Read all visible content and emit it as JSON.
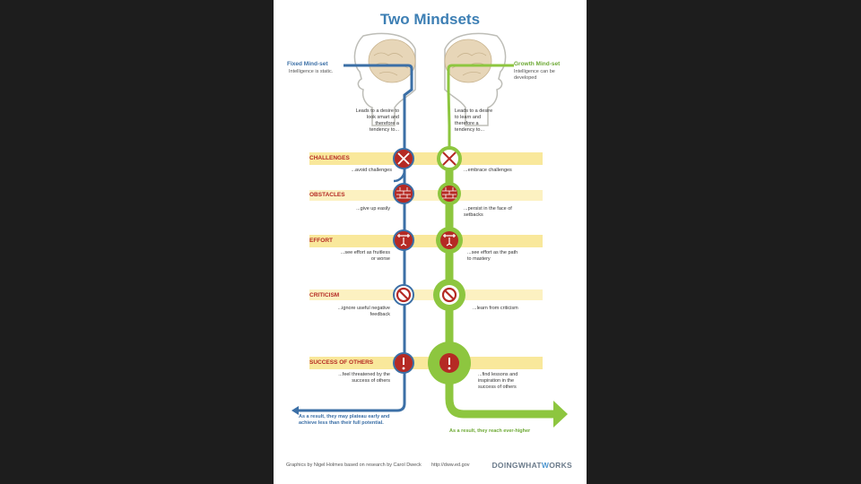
{
  "title": "Two Mindsets",
  "fixed": {
    "heading": "Fixed Mind-set",
    "belief": "Intelligence is static.",
    "leads": "Leads to a desire to look smart and therefore a tendency to...",
    "result": "As a result, they may plateau early and achieve less than their full potential."
  },
  "growth": {
    "heading": "Growth Mind-set",
    "belief": "Intelligence can be developed",
    "leads": "Leads to a desire to learn and therefore a tendency to...",
    "result": "As a result, they reach ever-higher"
  },
  "categories": [
    {
      "label": "CHALLENGES",
      "fixed": "...avoid challenges",
      "growth": "...embrace challenges",
      "icon": "challenge-arrows-icon"
    },
    {
      "label": "OBSTACLES",
      "fixed": "...give up easily",
      "growth": "...persist in the face of setbacks",
      "icon": "brick-wall-icon"
    },
    {
      "label": "EFFORT",
      "fixed": "...see effort as fruitless or worse",
      "growth": "...see effort as the path to mastery",
      "icon": "weightlifter-icon"
    },
    {
      "label": "CRITICISM",
      "fixed": "...ignore useful negative feedback",
      "growth": "...learn from criticism",
      "icon": "no-sign-icon"
    },
    {
      "label": "SUCCESS OF OTHERS",
      "fixed": "...feel threatened by the success of others",
      "growth": "...find lessons and inspiration in the success of others",
      "icon": "exclamation-icon"
    }
  ],
  "footer": {
    "credit": "Graphics by Nigel Holmes based on research by Carol Dweck",
    "url": "http://dww.ed.gov",
    "logo_a": "DOINGWHAT",
    "logo_o": "W",
    "logo_b": "ORKS"
  },
  "colors": {
    "fixed_blue": "#3b6fa6",
    "growth_green": "#8dc63f",
    "band_yellow": "#f7e07a",
    "icon_red": "#b52a24"
  }
}
